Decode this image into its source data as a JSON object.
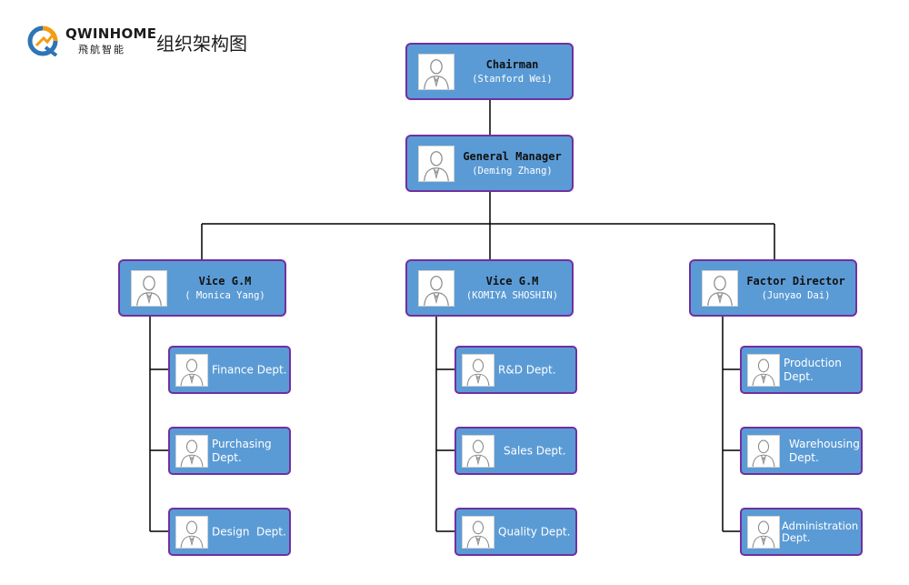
{
  "brand": {
    "name": "QWINHOME",
    "sub": "飛航智能",
    "doc_title": "组织架构图"
  },
  "chart_data": {
    "type": "org-chart",
    "root": {
      "title": "Chairman",
      "person": "(Stanford Wei)",
      "children": [
        {
          "title": "General Manager",
          "person": "(Deming Zhang)",
          "children": [
            {
              "title": "Vice G.M",
              "person": "( Monica Yang)",
              "depts": [
                "Finance Dept.",
                "Purchasing Dept.",
                "Design  Dept."
              ]
            },
            {
              "title": "Vice G.M",
              "person": "(KOMIYA SHOSHIN)",
              "depts": [
                "R&D Dept.",
                "Sales Dept.",
                "Quality Dept."
              ]
            },
            {
              "title": "Factor Director",
              "person": "(Junyao Dai)",
              "depts": [
                "Production Dept.",
                "Warehousing Dept.",
                "Administration Dept."
              ]
            }
          ]
        }
      ]
    }
  }
}
